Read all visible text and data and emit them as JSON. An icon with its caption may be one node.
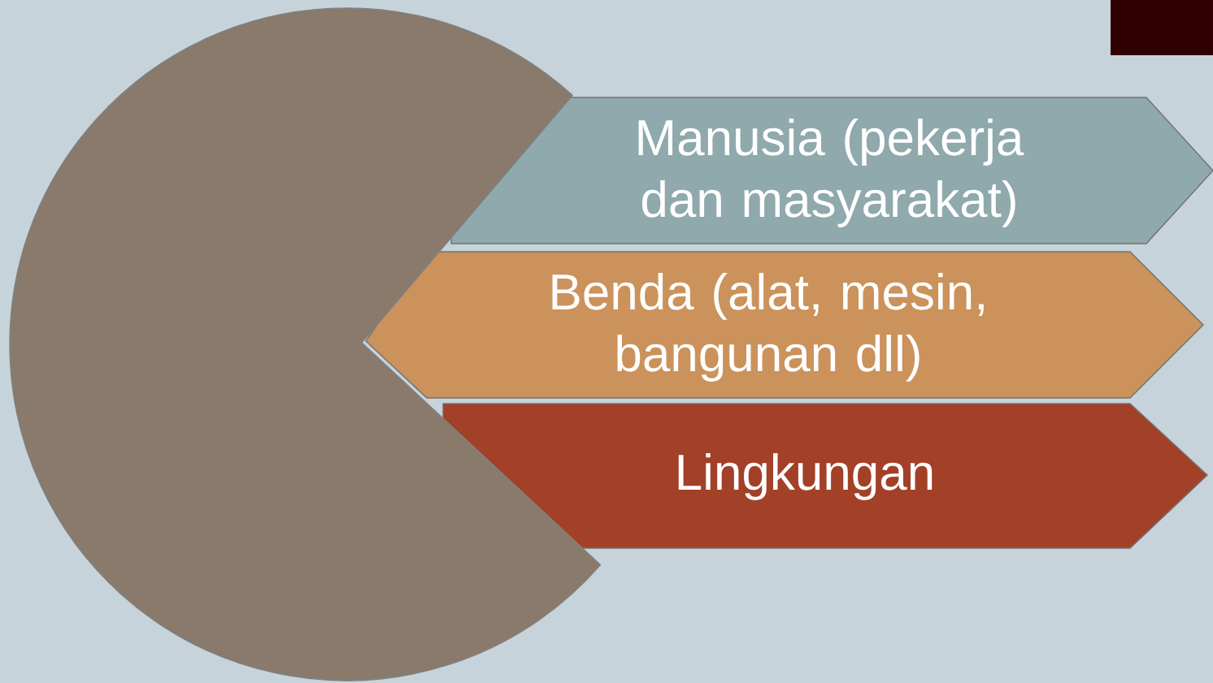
{
  "diagram": {
    "nodes": [
      {
        "text": [],
        "shape": "pie"
      },
      {
        "text": [
          "Manusia (pekerja dan masyarakat)"
        ]
      },
      {
        "text": [
          "Benda (alat, mesin, bangunan dll)"
        ]
      },
      {
        "text": [
          "Lingkungan"
        ]
      }
    ]
  }
}
